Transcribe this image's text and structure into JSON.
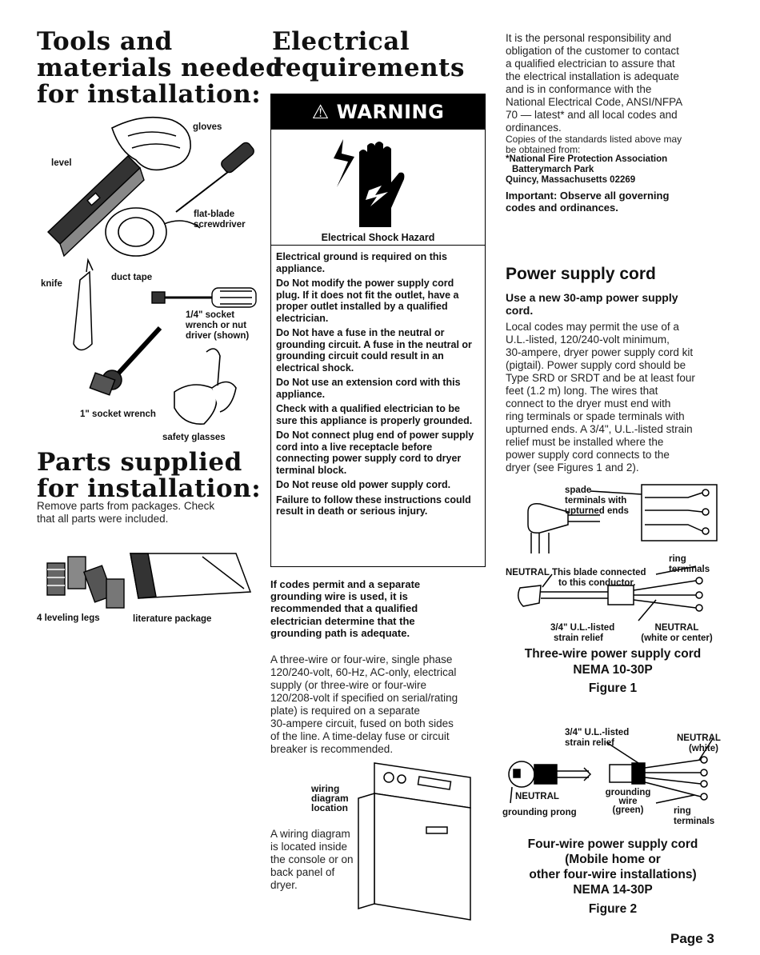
{
  "tools": {
    "heading": [
      "Tools and",
      "materials needed",
      "for installation:"
    ],
    "labels": {
      "gloves": "gloves",
      "level": "level",
      "flat_blade": [
        "flat-blade",
        "screwdriver"
      ],
      "duct_tape": "duct tape",
      "knife": "knife",
      "socket": [
        "1/4\" socket",
        "wrench or nut",
        "driver (shown)"
      ],
      "socket_wrench": "1\" socket wrench",
      "safety_glasses": "safety glasses"
    }
  },
  "parts": {
    "heading": [
      "Parts supplied",
      "for installation:"
    ],
    "intro": [
      "Remove parts from packages. Check",
      "that all parts were included."
    ],
    "labels": {
      "legs": "4 leveling legs",
      "literature": "literature package"
    }
  },
  "electrical": {
    "heading": [
      "Electrical",
      "requirements"
    ],
    "warning_title": "WARNING",
    "hazard": "Electrical Shock Hazard",
    "items": [
      "Electrical ground is required on this appliance.",
      "Do Not modify the power supply cord plug. If it does not fit the outlet, have a proper outlet installed by a qualified electrician.",
      "Do Not have a fuse in the neutral or grounding circuit. A fuse in the neutral or grounding circuit could result in an electrical shock.",
      "Do Not use an extension cord with this appliance.",
      "Check with a qualified electrician to be sure this appliance is properly grounded.",
      "Do Not connect plug end of power supply cord into a live receptacle before connecting power supply cord to dryer terminal block.",
      "Do Not reuse old power supply cord.",
      "Failure to follow these instructions could result in death or serious injury."
    ],
    "codes_bold": [
      "If codes permit and a separate",
      "grounding wire is used, it is",
      "recommended that a qualified",
      "electrician determine that the",
      "grounding path is adequate."
    ],
    "supply": [
      "A three-wire or four-wire, single phase",
      "120/240-volt, 60-Hz, AC-only, electrical",
      "supply (or three-wire or four-wire",
      "120/208-volt if specified on serial/rating",
      "plate) is required on a separate",
      "30-ampere circuit, fused on both sides",
      "of the line. A time-delay fuse or circuit",
      "breaker is recommended."
    ],
    "wiring_label": [
      "wiring",
      "diagram",
      "location"
    ],
    "wiring_text": [
      "A wiring diagram",
      "is located inside",
      "the console or on",
      "back panel of",
      "dryer."
    ]
  },
  "right": {
    "responsibility": [
      "It is the personal responsibility and",
      "obligation of the customer to contact",
      "a qualified electrician to assure that",
      "the electrical installation is adequate",
      "and is in conformance with the",
      "National Electrical Code, ANSI/NFPA",
      "70 — latest* and all local codes and",
      "ordinances."
    ],
    "copies": [
      "Copies of the standards listed above may",
      "be obtained from:"
    ],
    "nfpa": [
      "*National Fire Protection Association",
      "Batterymarch Park",
      "Quincy, Massachusetts 02269"
    ],
    "important": [
      "Important: Observe all governing",
      "codes and ordinances."
    ],
    "cord_heading": "Power supply cord",
    "cord_sub": [
      "Use a new 30-amp power supply",
      "cord."
    ],
    "cord_body": [
      "Local codes may permit the use of a",
      "U.L.-listed, 120/240-volt minimum,",
      "30-ampere, dryer power supply cord kit",
      "(pigtail). Power supply cord should be",
      "Type SRD or SRDT and be at least four",
      "feet (1.2 m) long. The wires that",
      "connect to the dryer must end with",
      "ring terminals or spade terminals with",
      "upturned ends.  A 3/4\", U.L.-listed strain",
      "relief must be installed where the",
      "power supply cord connects to the",
      "dryer (see Figures 1 and 2)."
    ]
  },
  "fig1": {
    "spade": [
      "spade",
      "terminals with",
      "upturned ends"
    ],
    "ring": [
      "ring",
      "terminals"
    ],
    "neutral_blade": "NEUTRAL",
    "blade_note": [
      "This blade connected",
      "to this conductor."
    ],
    "strain": [
      "3/4\" U.L.-listed",
      "strain relief"
    ],
    "neutral": [
      "NEUTRAL",
      "(white or center)"
    ],
    "caption": [
      "Three-wire power supply cord",
      "NEMA 10-30P"
    ],
    "figure": "Figure 1"
  },
  "fig2": {
    "strain": [
      "3/4\" U.L.-listed",
      "strain relief"
    ],
    "neutral_white": [
      "NEUTRAL",
      "(white)"
    ],
    "neutral": "NEUTRAL",
    "grounding_prong": "grounding prong",
    "grounding_wire": [
      "grounding",
      "wire",
      "(green)"
    ],
    "ring": [
      "ring",
      "terminals"
    ],
    "caption": [
      "Four-wire power supply cord",
      "(Mobile home or",
      "other four-wire installations)",
      "NEMA 14-30P"
    ],
    "figure": "Figure 2"
  },
  "page": "Page 3"
}
